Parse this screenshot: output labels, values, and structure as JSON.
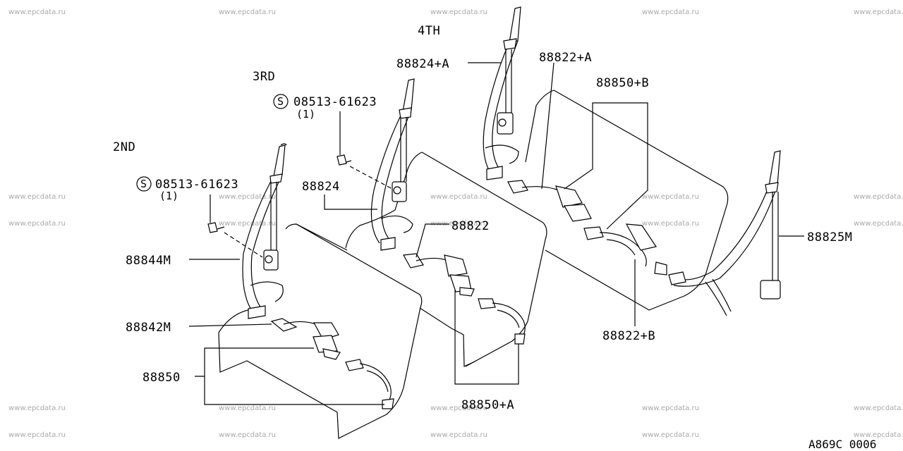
{
  "watermarks": [
    "www.epcdata.ru"
  ],
  "row_labels": {
    "second": "2ND",
    "third": "3RD",
    "fourth": "4TH"
  },
  "bolt_left": {
    "part": "08513-61623",
    "qty": "(1)",
    "symbol": "S"
  },
  "bolt_mid": {
    "part": "08513-61623",
    "qty": "(1)",
    "symbol": "S"
  },
  "callouts": {
    "p88844m": "88844M",
    "p88842m": "88842M",
    "p88850": "88850",
    "p88824": "88824",
    "p88822": "88822",
    "p88850a": "88850+A",
    "p88824a": "88824+A",
    "p88822a": "88822+A",
    "p88850b": "88850+B",
    "p88822b": "88822+B",
    "p88825m": "88825M"
  },
  "diagram_code": "A869C 0006"
}
